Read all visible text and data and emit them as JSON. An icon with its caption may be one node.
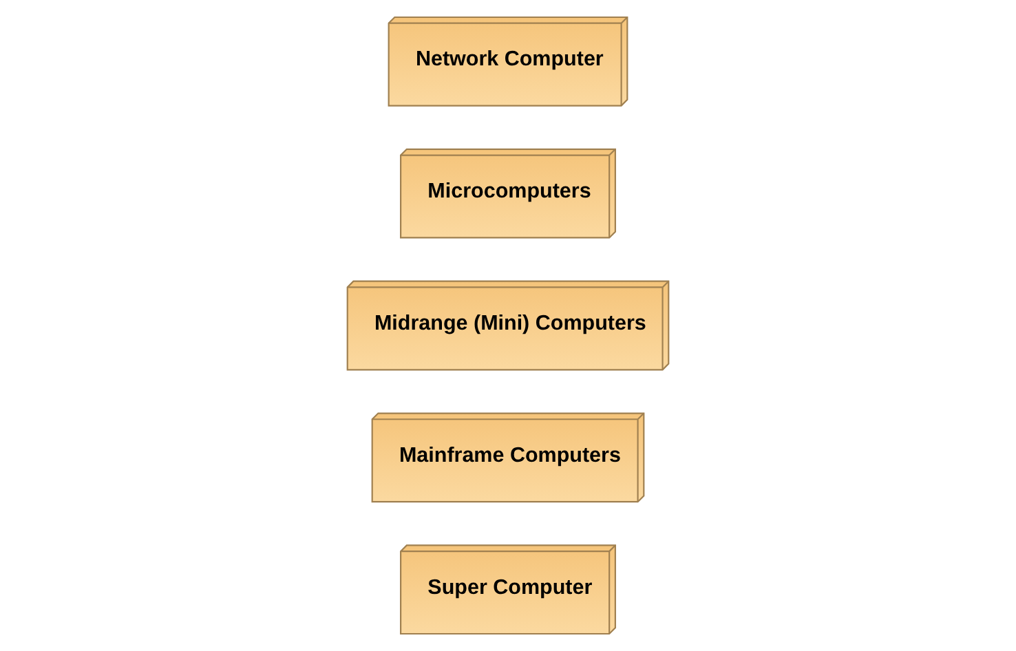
{
  "diagram": {
    "nodes": [
      {
        "text": [
          "Super Computer"
        ]
      },
      {
        "text": [
          "Mainframe Computers"
        ]
      },
      {
        "text": [
          "Midrange (Mini) Computers"
        ]
      },
      {
        "text": [
          "Microcomputers"
        ]
      },
      {
        "text": [
          "Network Computer"
        ]
      }
    ]
  }
}
